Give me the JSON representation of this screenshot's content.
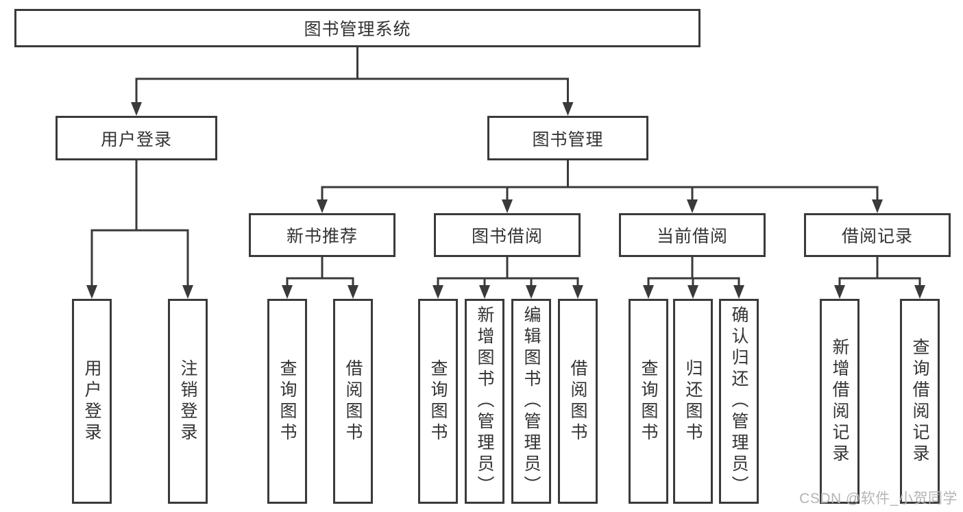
{
  "diagram": {
    "title": "图书管理系统",
    "nodes": [
      {
        "id": "root",
        "label": "图书管理系统",
        "children": [
          "user-login",
          "book-management"
        ]
      },
      {
        "id": "user-login",
        "label": "用户登录",
        "children": [
          "leaf-user-login",
          "leaf-logout"
        ]
      },
      {
        "id": "book-management",
        "label": "图书管理",
        "children": [
          "new-book-recommendation",
          "book-borrowing",
          "current-borrowing",
          "borrowing-records"
        ]
      },
      {
        "id": "new-book-recommendation",
        "label": "新书推荐",
        "children": [
          "leaf-query-books-1",
          "leaf-borrow-books-1"
        ]
      },
      {
        "id": "book-borrowing",
        "label": "图书借阅",
        "children": [
          "leaf-query-books-2",
          "leaf-add-book-admin",
          "leaf-edit-book-admin",
          "leaf-borrow-books-2"
        ]
      },
      {
        "id": "current-borrowing",
        "label": "当前借阅",
        "children": [
          "leaf-query-books-3",
          "leaf-return-books",
          "leaf-confirm-return-admin"
        ]
      },
      {
        "id": "borrowing-records",
        "label": "借阅记录",
        "children": [
          "leaf-add-borrow-record",
          "leaf-query-borrow-record"
        ]
      },
      {
        "id": "leaf-user-login",
        "label": "用户登录",
        "children": []
      },
      {
        "id": "leaf-logout",
        "label": "注销登录",
        "children": []
      },
      {
        "id": "leaf-query-books-1",
        "label": "查询图书",
        "children": []
      },
      {
        "id": "leaf-borrow-books-1",
        "label": "借阅图书",
        "children": []
      },
      {
        "id": "leaf-query-books-2",
        "label": "查询图书",
        "children": []
      },
      {
        "id": "leaf-add-book-admin",
        "label": "新增图书（管理员）",
        "children": []
      },
      {
        "id": "leaf-edit-book-admin",
        "label": "编辑图书（管理员）",
        "children": []
      },
      {
        "id": "leaf-borrow-books-2",
        "label": "借阅图书",
        "children": []
      },
      {
        "id": "leaf-query-books-3",
        "label": "查询图书",
        "children": []
      },
      {
        "id": "leaf-return-books",
        "label": "归还图书",
        "children": []
      },
      {
        "id": "leaf-confirm-return-admin",
        "label": "确认归还（管理员）",
        "children": []
      },
      {
        "id": "leaf-add-borrow-record",
        "label": "新增借阅记录",
        "children": []
      },
      {
        "id": "leaf-query-borrow-record",
        "label": "查询借阅记录",
        "children": []
      }
    ]
  },
  "watermark": {
    "text": "CSDN @软件_小贺同学"
  },
  "colors": {
    "background": "#ffffff",
    "line": "#3a3a3a",
    "box_border": "#3a3a3a",
    "box_fill": "#ffffff",
    "text": "#333333",
    "watermark_text": "#b4b4b7"
  }
}
